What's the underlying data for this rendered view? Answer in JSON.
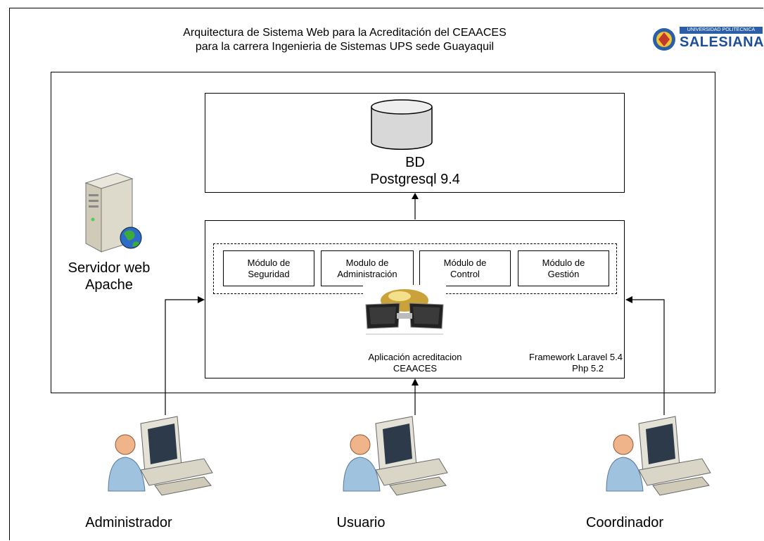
{
  "header": {
    "title_line1": "Arquitectura de Sistema Web para la Acreditación del CEAACES",
    "title_line2": "para la carrera Ingenieria de Sistemas UPS sede Guayaquil",
    "logo_small_text": "UNIVERSIDAD POLITÉCNICA",
    "logo_text": "SALESIANA"
  },
  "database": {
    "line1": "BD",
    "line2": "Postgresql 9.4"
  },
  "server": {
    "line1": "Servidor web",
    "line2": "Apache"
  },
  "modules": [
    {
      "line1": "Módulo de",
      "line2": "Seguridad"
    },
    {
      "line1": "Modulo de",
      "line2": "Administración"
    },
    {
      "line1": "Módulo de",
      "line2": "Control"
    },
    {
      "line1": "Módulo de",
      "line2": "Gestión"
    }
  ],
  "app": {
    "line1": "Aplicación acreditacion",
    "line2": "CEAACES"
  },
  "framework": {
    "line1": "Framework Laravel 5.4",
    "line2": "Php 5.2"
  },
  "users": [
    {
      "label": "Administrador"
    },
    {
      "label": "Usuario"
    },
    {
      "label": "Coordinador"
    }
  ]
}
